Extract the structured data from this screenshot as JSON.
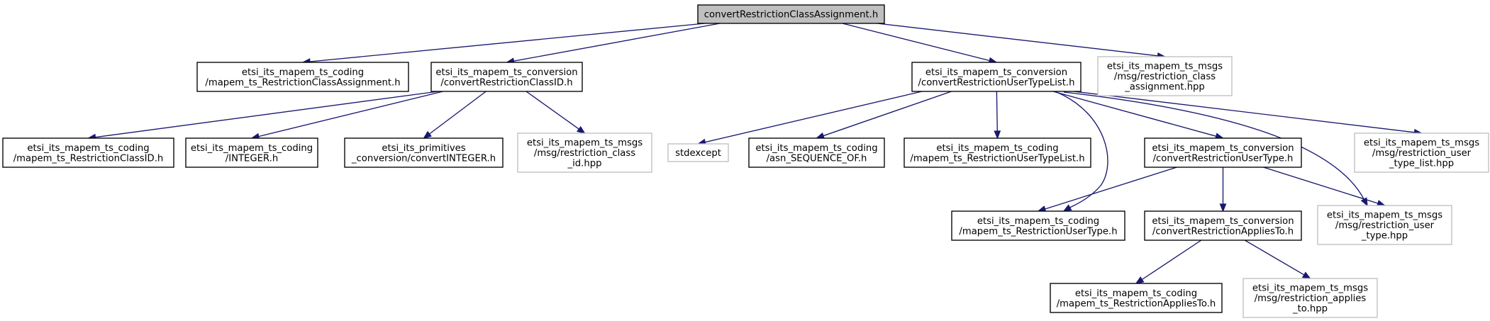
{
  "colors": {
    "edge": "#191970",
    "root_fill": "#bfbfbf",
    "node_border": "#000000",
    "missing_border": "#bfbfbf",
    "background": "#ffffff"
  },
  "nodes": {
    "root": {
      "lines": [
        "convertRestrictionClassAssignment.h"
      ],
      "kind": "root"
    },
    "n1": {
      "lines": [
        "etsi_its_mapem_ts_coding",
        "/mapem_ts_RestrictionClassAssignment.h"
      ],
      "kind": "header"
    },
    "n2": {
      "lines": [
        "etsi_its_mapem_ts_conversion",
        "/convertRestrictionClassID.h"
      ],
      "kind": "header"
    },
    "n3": {
      "lines": [
        "etsi_its_mapem_ts_conversion",
        "/convertRestrictionUserTypeList.h"
      ],
      "kind": "header"
    },
    "n4": {
      "lines": [
        "etsi_its_mapem_ts_msgs",
        "/msg/restriction_class",
        "_assignment.hpp"
      ],
      "kind": "missing"
    },
    "n5": {
      "lines": [
        "etsi_its_mapem_ts_coding",
        "/mapem_ts_RestrictionClassID.h"
      ],
      "kind": "header"
    },
    "n6": {
      "lines": [
        "etsi_its_mapem_ts_coding",
        "/INTEGER.h"
      ],
      "kind": "header"
    },
    "n7": {
      "lines": [
        "etsi_its_primitives",
        "_conversion/convertINTEGER.h"
      ],
      "kind": "header"
    },
    "n8": {
      "lines": [
        "etsi_its_mapem_ts_msgs",
        "/msg/restriction_class",
        "_id.hpp"
      ],
      "kind": "missing"
    },
    "n9": {
      "lines": [
        "stdexcept"
      ],
      "kind": "missing"
    },
    "n10": {
      "lines": [
        "etsi_its_mapem_ts_coding",
        "/asn_SEQUENCE_OF.h"
      ],
      "kind": "header"
    },
    "n11": {
      "lines": [
        "etsi_its_mapem_ts_coding",
        "/mapem_ts_RestrictionUserTypeList.h"
      ],
      "kind": "header"
    },
    "n12": {
      "lines": [
        "etsi_its_mapem_ts_conversion",
        "/convertRestrictionUserType.h"
      ],
      "kind": "header"
    },
    "n13": {
      "lines": [
        "etsi_its_mapem_ts_msgs",
        "/msg/restriction_user",
        "_type_list.hpp"
      ],
      "kind": "missing"
    },
    "n14": {
      "lines": [
        "etsi_its_mapem_ts_coding",
        "/mapem_ts_RestrictionUserType.h"
      ],
      "kind": "header"
    },
    "n15": {
      "lines": [
        "etsi_its_mapem_ts_conversion",
        "/convertRestrictionAppliesTo.h"
      ],
      "kind": "header"
    },
    "n16": {
      "lines": [
        "etsi_its_mapem_ts_msgs",
        "/msg/restriction_user",
        "_type.hpp"
      ],
      "kind": "missing"
    },
    "n17": {
      "lines": [
        "etsi_its_mapem_ts_coding",
        "/mapem_ts_RestrictionAppliesTo.h"
      ],
      "kind": "header"
    },
    "n18": {
      "lines": [
        "etsi_its_mapem_ts_msgs",
        "/msg/restriction_applies",
        "_to.hpp"
      ],
      "kind": "missing"
    }
  },
  "edges": [
    [
      "root",
      "n1"
    ],
    [
      "root",
      "n2"
    ],
    [
      "root",
      "n3"
    ],
    [
      "root",
      "n4"
    ],
    [
      "n2",
      "n5"
    ],
    [
      "n2",
      "n6"
    ],
    [
      "n2",
      "n7"
    ],
    [
      "n2",
      "n8"
    ],
    [
      "n3",
      "n9"
    ],
    [
      "n3",
      "n10"
    ],
    [
      "n3",
      "n11"
    ],
    [
      "n3",
      "n12"
    ],
    [
      "n3",
      "n13"
    ],
    [
      "n3",
      "n14"
    ],
    [
      "n3",
      "n16"
    ],
    [
      "n12",
      "n14"
    ],
    [
      "n12",
      "n15"
    ],
    [
      "n12",
      "n16"
    ],
    [
      "n15",
      "n17"
    ],
    [
      "n15",
      "n18"
    ]
  ]
}
